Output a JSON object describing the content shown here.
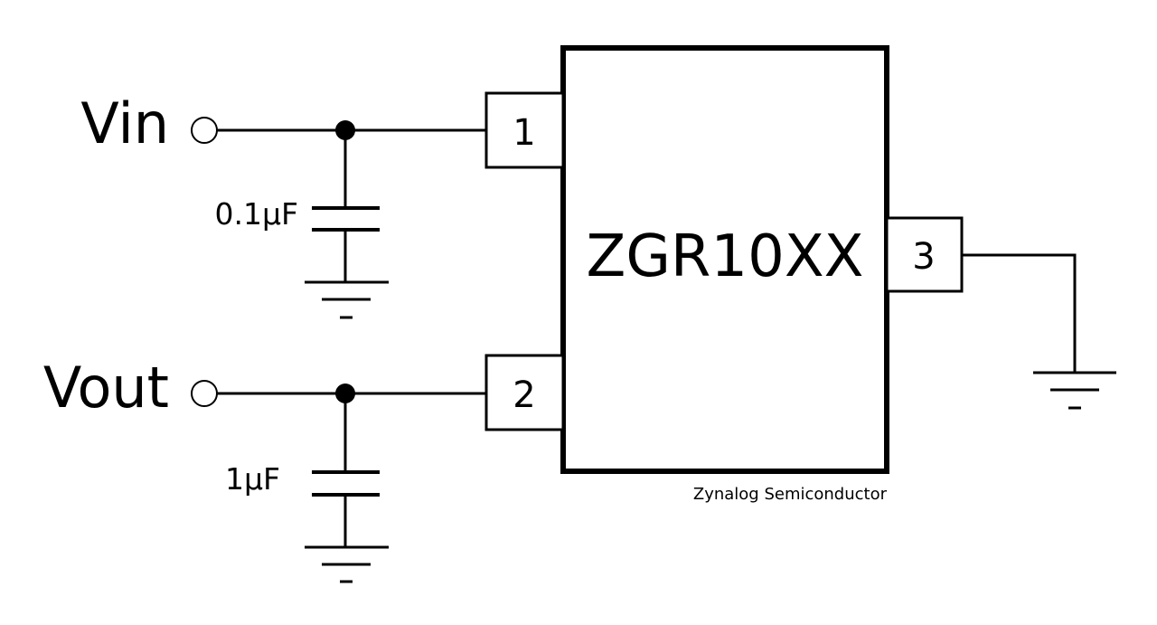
{
  "diagram": {
    "chip": {
      "name": "ZGR10XX",
      "manufacturer": "Zynalog Semiconductor"
    },
    "pins": [
      {
        "number": "1",
        "net": "Vin"
      },
      {
        "number": "2",
        "net": "Vout"
      },
      {
        "number": "3",
        "net": "ground"
      }
    ],
    "terminals": {
      "input": "Vin",
      "output": "Vout"
    },
    "capacitors": {
      "input": "0.1µF",
      "output": "1µF"
    },
    "colors": {
      "ink": "#000000",
      "background": "#ffffff"
    }
  }
}
